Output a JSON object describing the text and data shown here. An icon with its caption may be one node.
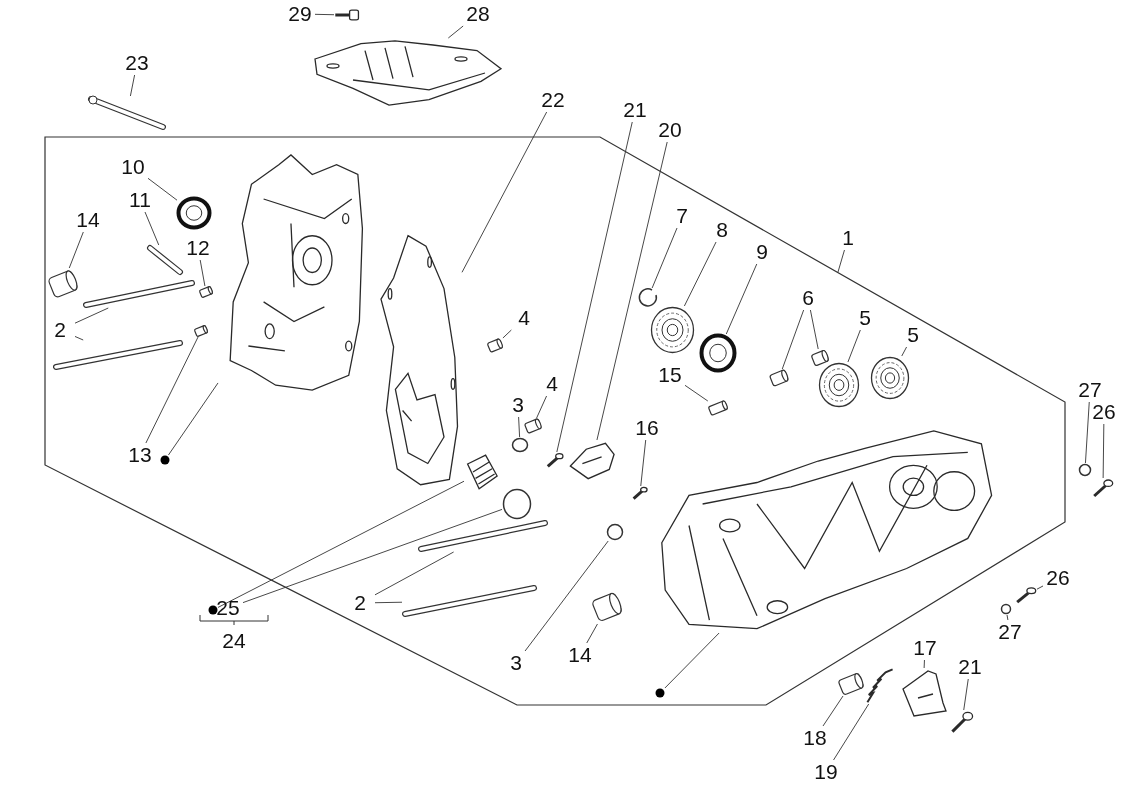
{
  "diagram": {
    "nodes": [
      {
        "text": [
          "29"
        ]
      },
      {
        "text": [],
        "shape": "picture"
      },
      {
        "text": [
          "28"
        ]
      },
      {
        "text": [],
        "shape": "picture"
      },
      {
        "text": [
          "23"
        ]
      },
      {
        "text": [],
        "shape": "bar"
      },
      {
        "text": [
          "22"
        ]
      },
      {
        "text": [],
        "shape": "picture"
      },
      {
        "text": [
          "21"
        ]
      },
      {
        "text": [],
        "shape": "picture"
      },
      {
        "text": [
          "20"
        ]
      },
      {
        "text": [],
        "shape": "picture"
      },
      {
        "text": [
          "10"
        ]
      },
      {
        "text": [],
        "shape": "circle"
      },
      {
        "text": [
          "11"
        ]
      },
      {
        "text": [],
        "shape": "bar"
      },
      {
        "text": [
          "14"
        ]
      },
      {
        "text": [],
        "shape": "cylinder"
      },
      {
        "text": [
          "12"
        ]
      },
      {
        "text": [],
        "shape": "cylinder"
      },
      {
        "text": [
          "2"
        ]
      },
      {
        "text": [],
        "shape": "bar"
      },
      {
        "text": [],
        "shape": "bar"
      },
      {
        "text": [
          "13"
        ]
      },
      {
        "text": [],
        "shape": "cylinder"
      },
      {
        "text": [],
        "shape": "picture"
      },
      {
        "text": [],
        "shape": "circle"
      },
      {
        "text": [
          "4"
        ]
      },
      {
        "text": [],
        "shape": "cylinder"
      },
      {
        "text": [
          "3"
        ]
      },
      {
        "text": [],
        "shape": "circle"
      },
      {
        "text": [
          "4"
        ]
      },
      {
        "text": [],
        "shape": "cylinder"
      },
      {
        "text": [
          "7"
        ]
      },
      {
        "text": [],
        "shape": "circle"
      },
      {
        "text": [
          "8"
        ]
      },
      {
        "text": [],
        "shape": "circle"
      },
      {
        "text": [
          "9"
        ]
      },
      {
        "text": [],
        "shape": "circle"
      },
      {
        "text": [
          "6"
        ]
      },
      {
        "text": [],
        "shape": "cylinder"
      },
      {
        "text": [],
        "shape": "cylinder"
      },
      {
        "text": [
          "5"
        ]
      },
      {
        "text": [],
        "shape": "circle"
      },
      {
        "text": [
          "5"
        ]
      },
      {
        "text": [],
        "shape": "circle"
      },
      {
        "text": [
          "1"
        ]
      },
      {
        "text": [
          "15"
        ]
      },
      {
        "text": [],
        "shape": "cylinder"
      },
      {
        "text": [
          "16"
        ]
      },
      {
        "text": [],
        "shape": "picture"
      },
      {
        "text": [
          "27"
        ]
      },
      {
        "text": [],
        "shape": "circle"
      },
      {
        "text": [
          "26"
        ]
      },
      {
        "text": [],
        "shape": "picture"
      },
      {
        "text": [],
        "shape": "picture"
      },
      {
        "text": [],
        "shape": "circle"
      },
      {
        "text": [
          "3"
        ]
      },
      {
        "text": [],
        "shape": "circle"
      },
      {
        "text": [
          "14"
        ]
      },
      {
        "text": [],
        "shape": "cylinder"
      },
      {
        "text": [
          "2"
        ]
      },
      {
        "text": [],
        "shape": "bar"
      },
      {
        "text": [],
        "shape": "bar"
      },
      {
        "text": [],
        "shape": "picture"
      },
      {
        "text": [],
        "shape": "circle"
      },
      {
        "text": [],
        "shape": "circle"
      },
      {
        "text": [
          "25"
        ]
      },
      {
        "text": [
          "26"
        ]
      },
      {
        "text": [],
        "shape": "picture"
      },
      {
        "text": [
          "27"
        ]
      },
      {
        "text": [],
        "shape": "circle"
      },
      {
        "text": [
          "17"
        ]
      },
      {
        "text": [],
        "shape": "picture"
      },
      {
        "text": [
          "21"
        ]
      },
      {
        "text": [],
        "shape": "picture"
      },
      {
        "text": [
          "18"
        ]
      },
      {
        "text": [],
        "shape": "cylinder"
      },
      {
        "text": [
          "19"
        ]
      },
      {
        "text": [],
        "shape": "picture"
      }
    ],
    "edges": [
      {
        "from": 0,
        "to": 1,
        "arrow": "none"
      },
      {
        "from": 2,
        "to": 3,
        "arrow": "none"
      },
      {
        "from": 4,
        "to": 5,
        "arrow": "none"
      },
      {
        "from": 6,
        "to": 7,
        "arrow": "none"
      },
      {
        "from": 8,
        "to": 9,
        "arrow": "none"
      },
      {
        "from": 10,
        "to": 11,
        "arrow": "none"
      },
      {
        "from": 12,
        "to": 13,
        "arrow": "none"
      },
      {
        "from": 14,
        "to": 15,
        "arrow": "none"
      },
      {
        "from": 16,
        "to": 17,
        "arrow": "none"
      },
      {
        "from": 18,
        "to": 19,
        "arrow": "none"
      },
      {
        "from": 20,
        "to": 21,
        "arrow": "none"
      },
      {
        "from": 20,
        "to": 22,
        "arrow": "none"
      },
      {
        "from": 23,
        "to": 24,
        "arrow": "none"
      },
      {
        "from": 26,
        "to": 25,
        "arrow": "none"
      },
      {
        "from": 27,
        "to": 28,
        "arrow": "none"
      },
      {
        "from": 29,
        "to": 30,
        "arrow": "none"
      },
      {
        "from": 31,
        "to": 32,
        "arrow": "none"
      },
      {
        "from": 33,
        "to": 34,
        "arrow": "none"
      },
      {
        "from": 35,
        "to": 36,
        "arrow": "none"
      },
      {
        "from": 37,
        "to": 38,
        "arrow": "none"
      },
      {
        "from": 39,
        "to": 40,
        "arrow": "none"
      },
      {
        "from": 39,
        "to": 41,
        "arrow": "none"
      },
      {
        "from": 42,
        "to": 43,
        "arrow": "none"
      },
      {
        "from": 44,
        "to": 45,
        "arrow": "none"
      },
      {
        "from": 46,
        "to": null,
        "arrow": "none"
      },
      {
        "from": 47,
        "to": 48,
        "arrow": "none"
      },
      {
        "from": 49,
        "to": 50,
        "arrow": "none"
      },
      {
        "from": 51,
        "to": 52,
        "arrow": "none"
      },
      {
        "from": 53,
        "to": 54,
        "arrow": "none"
      },
      {
        "from": 56,
        "to": 55,
        "arrow": "none"
      },
      {
        "from": 57,
        "to": 58,
        "arrow": "none"
      },
      {
        "from": 59,
        "to": 60,
        "arrow": "none"
      },
      {
        "from": 61,
        "to": 62,
        "arrow": "none"
      },
      {
        "from": 61,
        "to": 63,
        "arrow": "none"
      },
      {
        "from": 66,
        "to": 64,
        "arrow": "none"
      },
      {
        "from": 67,
        "to": 65,
        "arrow": "none"
      },
      {
        "from": 68,
        "to": 69,
        "arrow": "none"
      },
      {
        "from": 70,
        "to": 71,
        "arrow": "none"
      },
      {
        "from": 72,
        "to": 73,
        "arrow": "none"
      },
      {
        "from": 74,
        "to": 75,
        "arrow": "none"
      },
      {
        "from": 76,
        "to": 77,
        "arrow": "none"
      },
      {
        "from": 78,
        "to": 79,
        "arrow": "none"
      }
    ],
    "labels": [
      "24"
    ]
  }
}
